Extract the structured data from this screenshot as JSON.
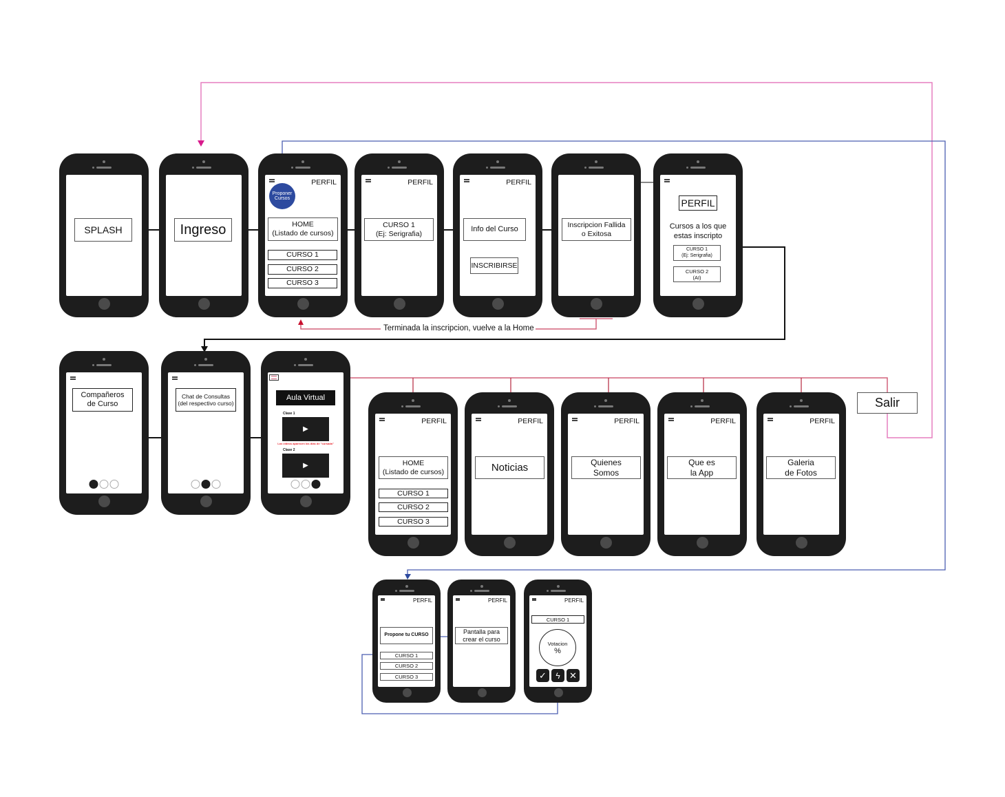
{
  "common": {
    "perfil_label": "PERFIL",
    "menu_icon": "hamburger-menu-icon"
  },
  "colors": {
    "magenta_flow": "#e6409d",
    "blue_flow": "#4a5eb0",
    "red_flow": "#d2607a",
    "phone_body": "#1d1d1d",
    "propose_button": "#2d4a9f"
  },
  "row1": {
    "splash": {
      "title": "SPLASH"
    },
    "ingreso": {
      "title": "Ingreso"
    },
    "home": {
      "propose_button": "Proponer Cursos",
      "title_line1": "HOME",
      "title_line2": "(Listado de cursos)",
      "courses": [
        "CURSO 1",
        "CURSO 2",
        "CURSO 3"
      ]
    },
    "course": {
      "title_line1": "CURSO 1",
      "title_line2": "(Ej: Serigrafia)"
    },
    "info": {
      "title": "Info del Curso",
      "enroll_button": "INSCRIBIRSE"
    },
    "result": {
      "title_line1": "Inscripcion Fallida",
      "title_line2": "o Exitosa"
    },
    "profile": {
      "title": "PERFIL",
      "subtitle_line1": "Cursos a los que",
      "subtitle_line2": "estas inscripto",
      "courses": [
        {
          "line1": "CURSO 1",
          "line2": "(Ej: Serigrafia)"
        },
        {
          "line1": "CURSO 2",
          "line2": "(AI)"
        }
      ]
    }
  },
  "return_note": "Terminada la inscripcion, vuelve a la Home",
  "row2": {
    "classmates": {
      "title_line1": "Compañeros",
      "title_line2": "de Curso",
      "page": 1,
      "pages": 3
    },
    "chat": {
      "title_line1": "Chat de Consultas",
      "title_line2": "(del respectivo curso)",
      "page": 2,
      "pages": 3
    },
    "aula": {
      "title": "Aula Virtual",
      "class1": "Clase 1",
      "class2": "Clase 2",
      "note": "Los videos aparecen los dias de \"cursada\"",
      "page": 3,
      "pages": 3
    }
  },
  "menu_screens": {
    "home": {
      "title_line1": "HOME",
      "title_line2": "(Listado de cursos)",
      "courses": [
        "CURSO 1",
        "CURSO 2",
        "CURSO 3"
      ]
    },
    "noticias": {
      "title": "Noticias"
    },
    "quienes": {
      "title_line1": "Quienes",
      "title_line2": "Somos"
    },
    "queesapp": {
      "title_line1": "Que es",
      "title_line2": "la App"
    },
    "galeria": {
      "title_line1": "Galeria",
      "title_line2": "de Fotos"
    },
    "salir": {
      "label": "Salir"
    }
  },
  "row4": {
    "propose": {
      "title": "Propone tu CURSO",
      "courses": [
        "CURSO 1",
        "CURSO 2",
        "CURSO 3"
      ]
    },
    "create": {
      "title_line1": "Pantalla para",
      "title_line2": "crear el curso"
    },
    "vote": {
      "course": "CURSO 1",
      "vote_label": "Votacion",
      "vote_value": "%",
      "actions": [
        "approve",
        "boost",
        "reject"
      ]
    }
  }
}
